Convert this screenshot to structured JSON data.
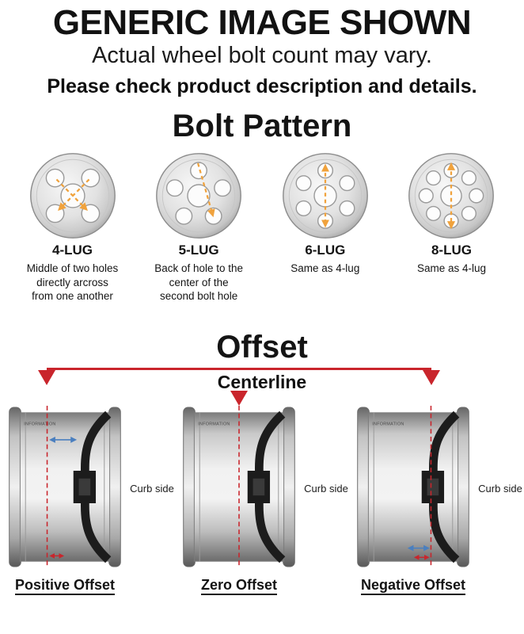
{
  "header": {
    "title": "GENERIC IMAGE SHOWN",
    "subtitle": "Actual wheel bolt count may vary.",
    "note": "Please check product description and details."
  },
  "bolt_pattern": {
    "title": "Bolt Pattern",
    "items": [
      {
        "label": "4-LUG",
        "description": "Middle of two holes directly arcross from one another"
      },
      {
        "label": "5-LUG",
        "description": "Back of hole to the center of the second bolt hole"
      },
      {
        "label": "6-LUG",
        "description": "Same as 4-lug"
      },
      {
        "label": "8-LUG",
        "description": "Same as 4-lug"
      }
    ]
  },
  "offset": {
    "title": "Offset",
    "centerline_label": "Centerline",
    "curb_side": "Curb side",
    "rim_text": "INFORMATION",
    "items": [
      {
        "label": "Positive Offset"
      },
      {
        "label": "Zero Offset"
      },
      {
        "label": "Negative Offset"
      }
    ]
  },
  "colors": {
    "accent_red": "#c9252c",
    "dash_orange": "#f0a23c",
    "arrow_blue": "#4a7fbf"
  }
}
